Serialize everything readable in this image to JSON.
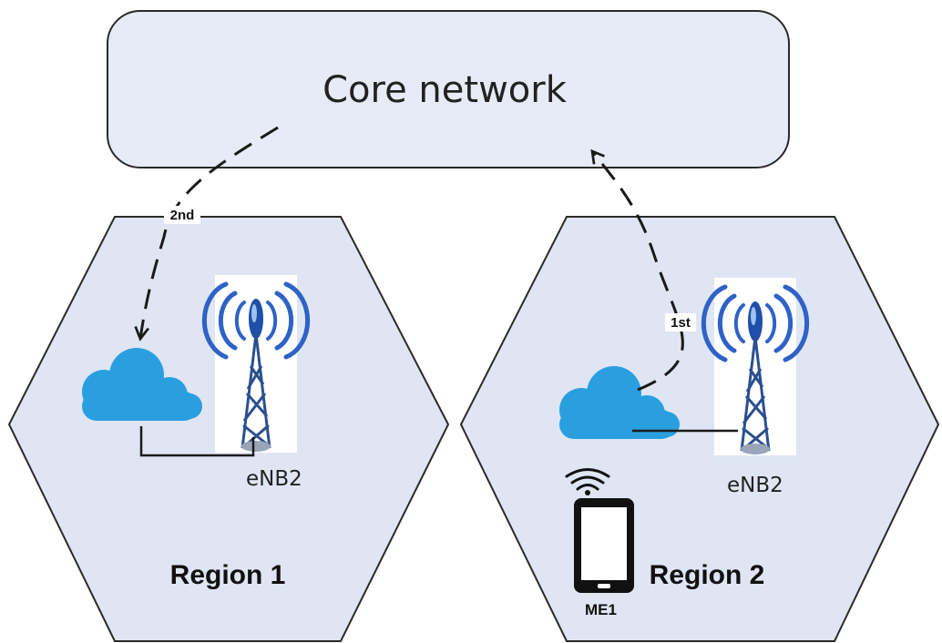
{
  "core": {
    "label": "Core network"
  },
  "regions": [
    {
      "label": "Region 1",
      "enb_label": "eNB2"
    },
    {
      "label": "Region 2",
      "enb_label": "eNB2"
    }
  ],
  "steps": {
    "first": "1st",
    "second": "2nd"
  },
  "device": {
    "label": "ME1"
  },
  "colors": {
    "region_fill": "#dfe5f3",
    "core_fill": "#e6ebf6",
    "cloud": "#2a9fe0",
    "tower_signal": "#2f62c7",
    "outline": "#2a2a2a"
  }
}
